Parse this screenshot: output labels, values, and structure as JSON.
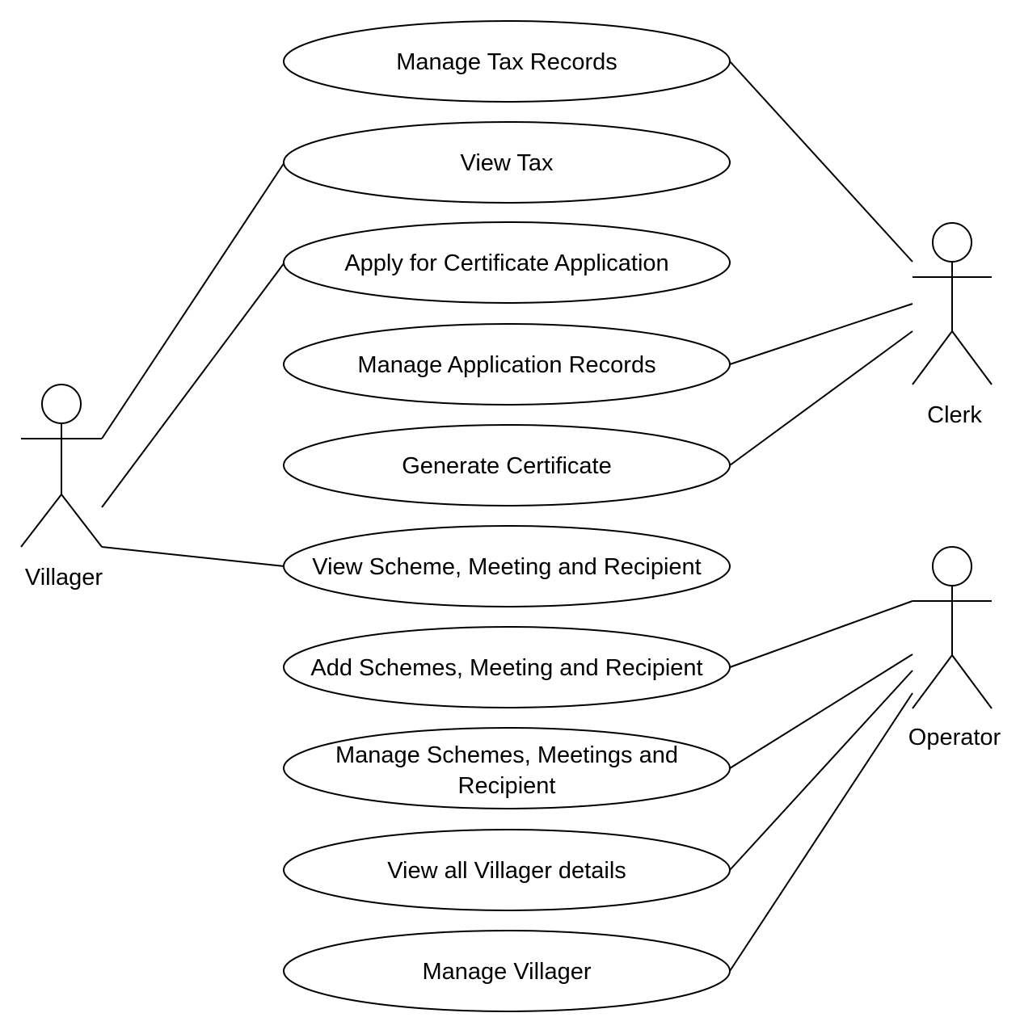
{
  "diagram": {
    "actors": {
      "villager": "Villager",
      "clerk": "Clerk",
      "operator": "Operator"
    },
    "use_cases": {
      "manage_tax_records": "Manage Tax Records",
      "view_tax": "View Tax",
      "apply_certificate": "Apply for Certificate Application",
      "manage_application_records": "Manage Application Records",
      "generate_certificate": "Generate Certificate",
      "view_scheme": "View Scheme, Meeting and Recipient",
      "add_schemes": "Add Schemes, Meeting and Recipient",
      "manage_schemes_line1": "Manage Schemes, Meetings and",
      "manage_schemes_line2": "Recipient",
      "view_all_villager": "View all Villager details",
      "manage_villager": "Manage Villager"
    },
    "associations": [
      {
        "actor": "Villager",
        "use_case": "View Tax"
      },
      {
        "actor": "Villager",
        "use_case": "Apply for Certificate Application"
      },
      {
        "actor": "Villager",
        "use_case": "View Scheme, Meeting and Recipient"
      },
      {
        "actor": "Clerk",
        "use_case": "Manage Tax Records"
      },
      {
        "actor": "Clerk",
        "use_case": "Manage Application Records"
      },
      {
        "actor": "Clerk",
        "use_case": "Generate Certificate"
      },
      {
        "actor": "Operator",
        "use_case": "Add Schemes, Meeting and Recipient"
      },
      {
        "actor": "Operator",
        "use_case": "Manage Schemes, Meetings and Recipient"
      },
      {
        "actor": "Operator",
        "use_case": "View all Villager details"
      },
      {
        "actor": "Operator",
        "use_case": "Manage Villager"
      }
    ]
  }
}
